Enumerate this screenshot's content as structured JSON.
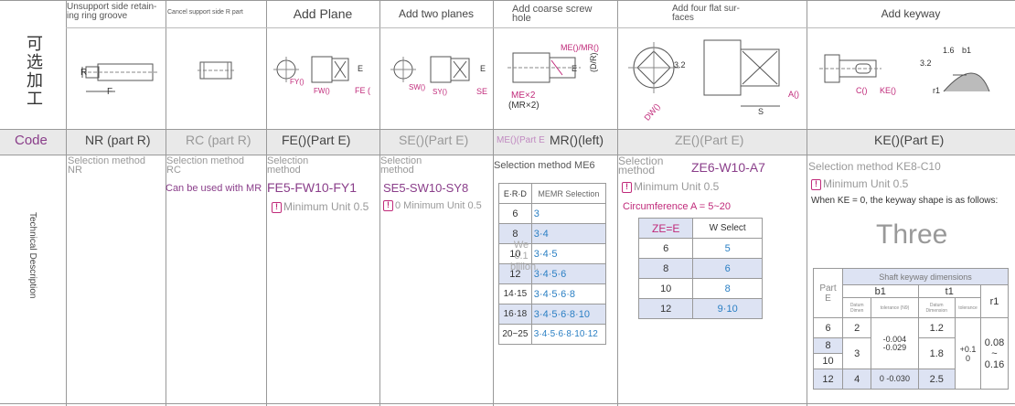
{
  "row_label": "可选加工",
  "code_label": "Code",
  "tech_label": "Technical Description",
  "columns": [
    {
      "title": "Unsupport side retain-ing ring groove",
      "code": "NR (part R)",
      "method": "Selection method",
      "method_value": "NR"
    },
    {
      "title": "Cancel support side R part",
      "code": "RC (part R)",
      "method": "Selection method",
      "method_value": "RC",
      "note": "Can be used with MR"
    },
    {
      "title": "Add Plane",
      "code": "FE()(Part E)",
      "method": "Selection method",
      "example": "FE5-FW10-FY1",
      "unit": "Minimum Unit 0.5"
    },
    {
      "title": "Add two planes",
      "code": "SE()(Part E)",
      "method": "Selection method",
      "example": "SE5-SW10-SY8",
      "unit": "0 Minimum Unit 0.5"
    },
    {
      "title": "Add coarse screw hole",
      "code_small": "ME()(Part E",
      "code": "MR()(left)",
      "method": "Selection method ME6"
    },
    {
      "title": "Add four flat sur-faces",
      "code": "ZE()(Part E)",
      "method": "Selection method",
      "example": "ZE6-W10-A7",
      "unit": "Minimum Unit 0.5",
      "circ": "Circumference A = 5~20"
    },
    {
      "title": "Add keyway",
      "code": "KE()(Part E)",
      "method": "Selection method KE8-C10",
      "unit": "Minimum Unit 0.5",
      "note": "When KE = 0, the keyway shape is as follows:",
      "big": "Three"
    }
  ],
  "drawing_labels": {
    "nr": [
      "R",
      "F"
    ],
    "fe": [
      "FY()",
      "FW()",
      "FE (",
      "E"
    ],
    "se": [
      "SW()",
      "SY()",
      "SE",
      "E"
    ],
    "me": [
      "ME()/MR()",
      "E",
      "(D/R)",
      "ME×2",
      "(MR×2)"
    ],
    "ze": [
      "3.2",
      "DW()",
      "A()",
      "S"
    ],
    "ke": [
      "C()",
      "KE()",
      "3.2",
      "1.6",
      "b1",
      "r1"
    ]
  },
  "memr_table": {
    "headers": [
      "E·R·D",
      "MEMR Selection"
    ],
    "rows": [
      [
        "6",
        "3"
      ],
      [
        "8",
        "3·4"
      ],
      [
        "10",
        "3·4·5"
      ],
      [
        "12",
        "3·4·5·6"
      ],
      [
        "14·15",
        "3·4·5·6·8"
      ],
      [
        "16·18",
        "3·4·5·6·8·10"
      ],
      [
        "20~25",
        "3·4·5·6·8·10·12"
      ]
    ],
    "overlay": "We 0.1 billion."
  },
  "ze_table": {
    "headers": [
      "ZE=E",
      "W Select"
    ],
    "rows": [
      [
        "6",
        "5"
      ],
      [
        "8",
        "6"
      ],
      [
        "10",
        "8"
      ],
      [
        "12",
        "9·10"
      ]
    ]
  },
  "ke_table": {
    "title": "Shaft keyway dimensions",
    "part_e": "Part E",
    "b1": "b1",
    "t1": "t1",
    "r1": "r1",
    "sub": [
      "Datum Dimen",
      "tolerance (N9)",
      "Datum Dimension",
      "tolerance"
    ],
    "rows": [
      [
        "6",
        "2",
        "",
        "1.2"
      ],
      [
        "8",
        "3",
        "-0.004 -0.029",
        "1.8"
      ],
      [
        "10",
        "",
        "",
        ""
      ],
      [
        "12",
        "4",
        "0 -0.030",
        "2.5"
      ]
    ],
    "t1_tol": "+0.1 0",
    "r1_val": "0.08 ~ 0.16"
  }
}
